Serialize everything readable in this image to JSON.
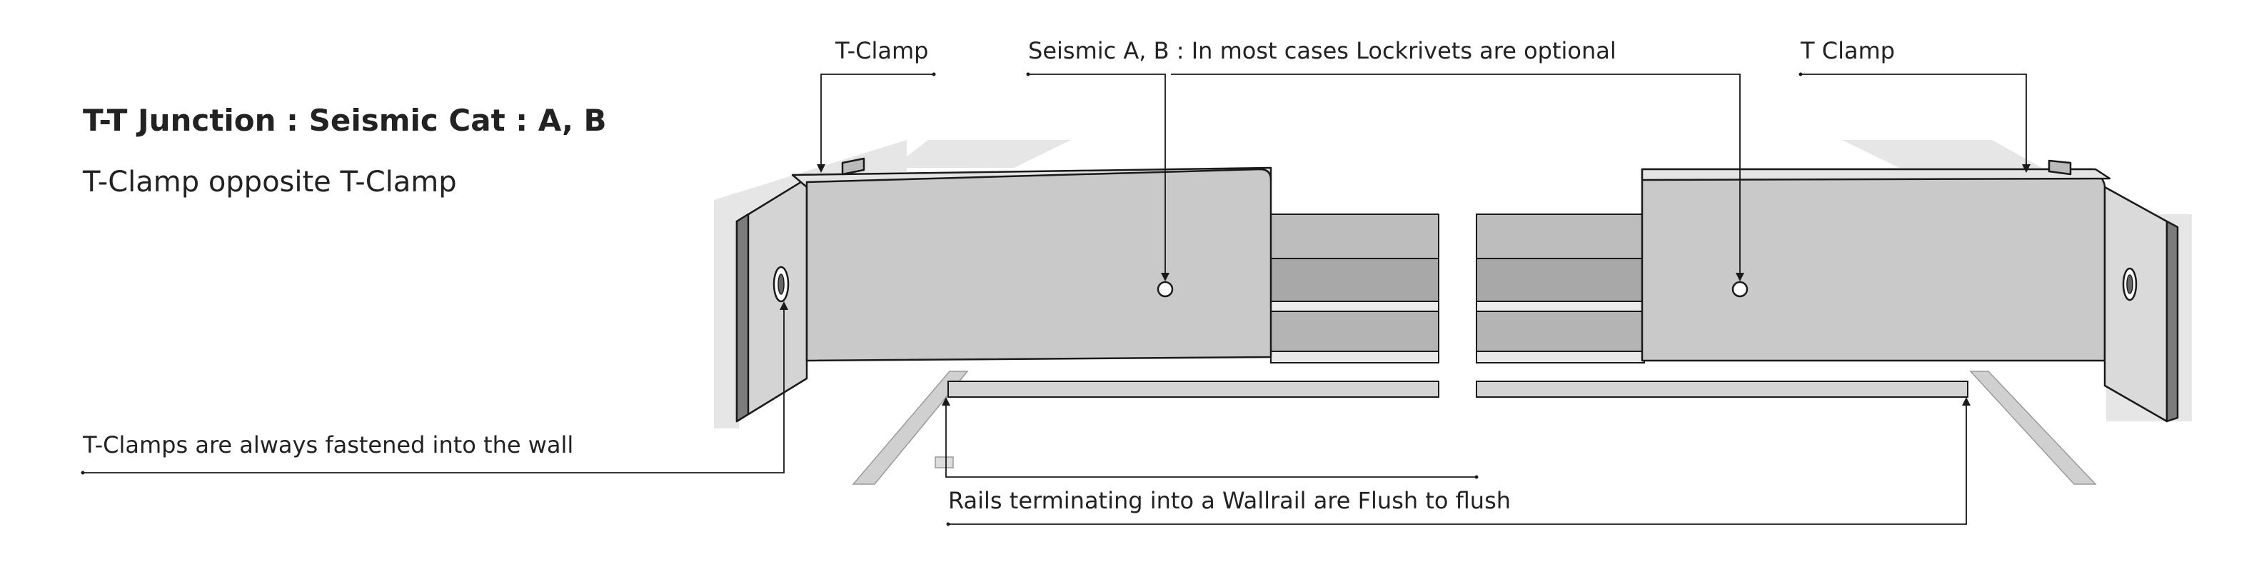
{
  "diagram": {
    "title": "T-T Junction : Seismic Cat : A, B",
    "subtitle": "T-Clamp opposite T-Clamp",
    "callouts": {
      "left_clamp": "T-Clamp",
      "seismic_note": "Seismic A, B :  In most cases Lockrivets are optional",
      "right_clamp": "T Clamp",
      "wall_fastening": "T-Clamps are always fastened into the wall",
      "rails_flush": "Rails terminating into a Wallrail are Flush to flush"
    },
    "colors": {
      "panel_face": "#c9c9c9",
      "panel_light": "#dedede",
      "panel_dark": "#7c7c7c",
      "shadow": "#e2e2e2",
      "rail_dark": "#a9a9a9",
      "outline": "#1a1a1a"
    }
  }
}
